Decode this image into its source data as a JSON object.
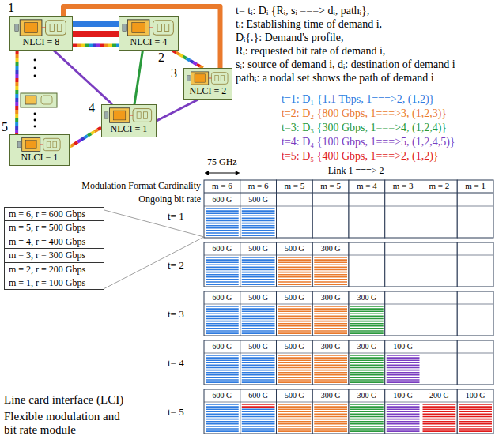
{
  "diagram": {
    "nodes": [
      {
        "text": [
          "1",
          "NLCI = 8"
        ]
      },
      {
        "text": [
          "2",
          "NLCI = 4"
        ]
      },
      {
        "text": [
          "3",
          "NLCI = 2"
        ]
      },
      {
        "text": [
          "4",
          "NLCI = 1"
        ]
      },
      {
        "text": [
          "5",
          "NLCI = 1"
        ]
      },
      {
        "text": [
          "m = 6, r = 600 Gbps",
          "m = 5, r = 500 Gbps",
          "m = 4, r = 400 Gbps",
          "m = 3, r = 300 Gbps",
          "m = 2, r = 200 Gbps",
          "m = 1, r = 100 Gbps"
        ]
      }
    ],
    "edges": [
      {
        "from": 0,
        "to": 1,
        "arrow": "none"
      },
      {
        "from": 0,
        "to": 2,
        "arrow": "none"
      },
      {
        "from": 1,
        "to": 2,
        "arrow": "none"
      },
      {
        "from": 1,
        "to": 3,
        "arrow": "none"
      },
      {
        "from": 0,
        "to": 3,
        "arrow": "none"
      },
      {
        "from": 2,
        "to": 3,
        "arrow": "none"
      },
      {
        "from": 3,
        "to": 4,
        "arrow": "none"
      },
      {
        "from": 0,
        "to": 4,
        "arrow": "none"
      }
    ],
    "labels": [
      "t= tᵢ: Dᵢ {Rᵢ, sᵢ ===> dᵢ, pathᵢ},",
      "tᵢ: Establishing time of demand i,",
      "Dᵢ{.}: Demand's profile,",
      "Rᵢ: requested bit rate of demand i,",
      "sᵢ: source of demand i, dᵢ: destination of demand i",
      "pathᵢ: a nodal set shows the path of demand i",
      "t=1: D₁ {1.1 Tbps, 1===>2, (1,2)}",
      "t=2: D₂ {800 Gbps, 1===>3, (1,2,3)}",
      "t=3: D₃ {300 Gbps, 1===>4, (1,2,4)}",
      "t=4: D₄ {100 Gbps, 1===>5, (1,2,4,5)}",
      "t=5: D₅ {400 Gbps, 1===>2, (1,2)}",
      "75 GHz",
      "Link 1 ===> 2",
      "Modulation Format Cardinality",
      "Ongoing bit rate",
      "m = 6",
      "m = 6",
      "m = 5",
      "m = 5",
      "m = 4",
      "m = 3",
      "m = 2",
      "m = 1",
      "t= 1",
      "t= 2",
      "t= 3",
      "t= 4",
      "t= 5",
      "600 G",
      "500 G",
      "600 G",
      "500 G",
      "500 G",
      "300 G",
      "600 G",
      "500 G",
      "500 G",
      "300 G",
      "300 G",
      "600 G",
      "500 G",
      "500 G",
      "300 G",
      "300 G",
      "100 G",
      "600 G",
      "600 G",
      "500 G",
      "300 G",
      "300 G",
      "100 G",
      "200 G",
      "100 G",
      "Line card interface (LCI)",
      "Flexible modulation and bit rate module"
    ]
  }
}
